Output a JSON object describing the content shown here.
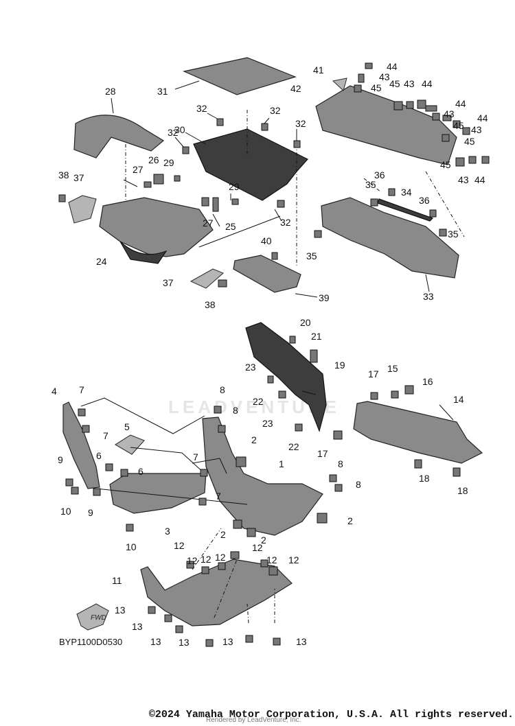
{
  "diagram": {
    "reference_code": "BYP1100D0530",
    "copyright": "©2024 Yamaha Motor Corporation, U.S.A. All rights reserved.",
    "rendered_by": "Rendered by LeadVenture, Inc.",
    "watermark": "LEADVENTURE",
    "fwd_label": "FWD",
    "callouts": {
      "c1": "1",
      "c2": "2",
      "c3": "3",
      "c4": "4",
      "c5": "5",
      "c6": "6",
      "c7": "7",
      "c8": "8",
      "c9": "9",
      "c10": "10",
      "c11": "11",
      "c12": "12",
      "c13": "13",
      "c14": "14",
      "c15": "15",
      "c16": "16",
      "c17": "17",
      "c18": "18",
      "c19": "19",
      "c20": "20",
      "c21": "21",
      "c22": "22",
      "c23": "23",
      "c24": "24",
      "c25": "25",
      "c26": "26",
      "c27": "27",
      "c28": "28",
      "c29": "29",
      "c30": "30",
      "c31": "31",
      "c32": "32",
      "c33": "33",
      "c34": "34",
      "c35": "35",
      "c36": "36",
      "c37": "37",
      "c38": "38",
      "c39": "39",
      "c40": "40",
      "c41": "41",
      "c42": "42",
      "c43": "43",
      "c44": "44",
      "c45": "45"
    }
  }
}
